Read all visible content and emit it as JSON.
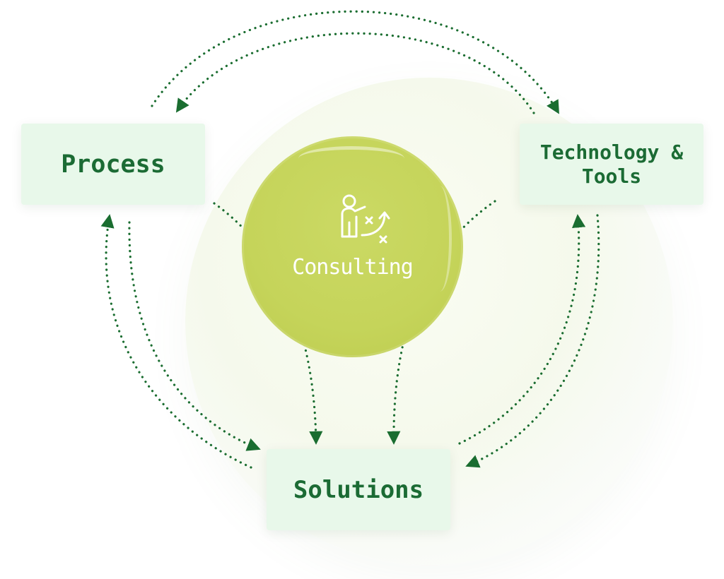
{
  "diagram": {
    "center": {
      "label": "Consulting",
      "icon": "presenter-strategy-icon"
    },
    "nodes": {
      "process": {
        "label": "Process"
      },
      "technology_tools": {
        "line1": "Technology &",
        "line2": "Tools"
      },
      "solutions": {
        "label": "Solutions"
      }
    },
    "edges": [
      {
        "from": "process",
        "to": "technology_tools"
      },
      {
        "from": "technology_tools",
        "to": "process"
      },
      {
        "from": "solutions",
        "to": "process"
      },
      {
        "from": "process",
        "to": "solutions"
      },
      {
        "from": "technology_tools",
        "to": "solutions"
      },
      {
        "from": "solutions",
        "to": "technology_tools"
      },
      {
        "from": "process",
        "to": "solutions",
        "via": "center"
      },
      {
        "from": "technology_tools",
        "to": "solutions",
        "via": "center"
      }
    ],
    "colors": {
      "node_background": "#e8f8ea",
      "node_text": "#1b6b34",
      "center_fill": "#c5d45a",
      "arrow": "#1a6d30"
    }
  }
}
